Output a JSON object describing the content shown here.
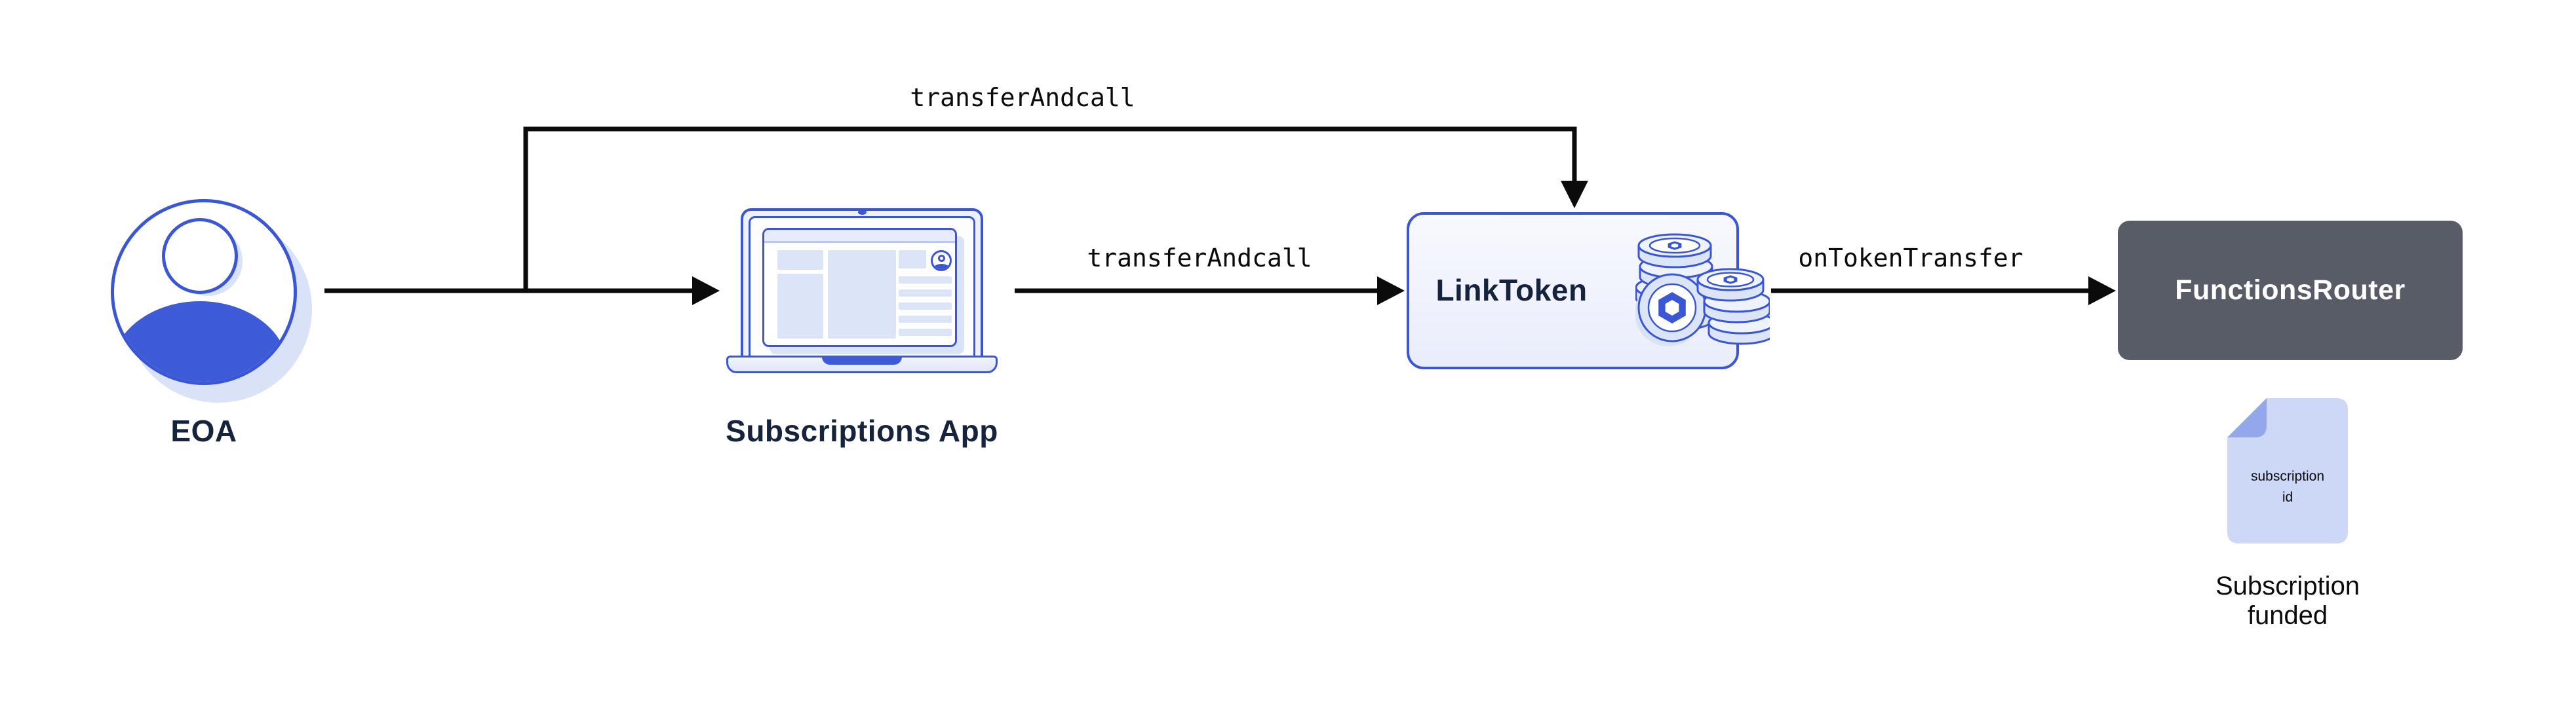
{
  "colors": {
    "accent_blue": "#3A56D4",
    "solid_blue": "#3D5BD7",
    "light_fill": "#DCE4F8",
    "lighter_fill": "#EDF1FB",
    "pale_fill": "#F8F9FE",
    "shadow_blue": "#D9E2F7",
    "doc_fill": "#CCD8F6",
    "doc_fold": "#94A7EB",
    "dark_slate": "#575C66",
    "navy_text": "#15233D",
    "ink": "#0B0B0B",
    "coin_face": "#EEF2FC",
    "toolbar_fill": "#E8ECFA",
    "toolbar_border": "#B9C6F0"
  },
  "nodes": {
    "eoa": {
      "label": "EOA"
    },
    "app": {
      "label": "Subscriptions App"
    },
    "link_token": {
      "label": "LinkToken"
    },
    "functions_router": {
      "label": "FunctionsRouter"
    },
    "subscription_doc": {
      "line1": "subscription",
      "line2": "id",
      "caption_line1": "Subscription",
      "caption_line2": "funded"
    }
  },
  "edges": {
    "eoa_to_link_token": {
      "label": "transferAndcall"
    },
    "app_to_link_token": {
      "label": "transferAndcall"
    },
    "link_token_to_functions_router": {
      "label": "onTokenTransfer"
    }
  }
}
